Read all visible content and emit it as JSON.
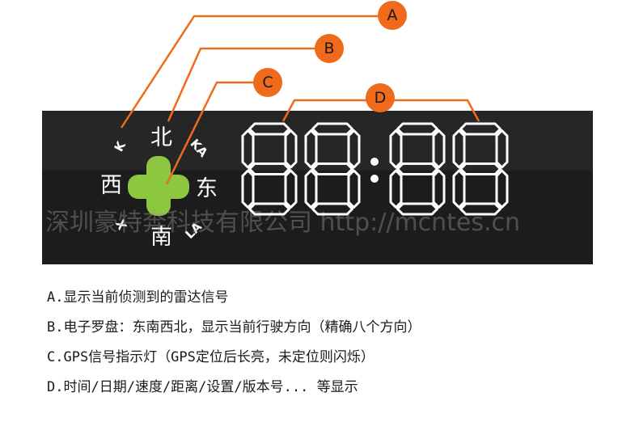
{
  "callouts": {
    "a": "A",
    "b": "B",
    "c": "C",
    "d": "D"
  },
  "compass": {
    "north": "北",
    "south": "南",
    "east": "东",
    "west": "西"
  },
  "radar_bands": {
    "k_top": "K",
    "ka_top": "KA",
    "x_bottom": "X",
    "la_bottom": "LA"
  },
  "display": {
    "digits": "88:88"
  },
  "watermark": "深圳豪特奔科技有限公司 http://mcntes.cn",
  "notes": [
    "A.显示当前侦测到的雷达信号",
    "B.电子罗盘：东南西北，显示当前行驶方向（精确八个方向）",
    "C.GPS信号指示灯（GPS定位后长亮，未定位则闪烁）",
    "D.时间/日期/速度/距离/设置/版本号... 等显示"
  ],
  "colors": {
    "accent": "#f06a1c",
    "gps": "#8dc63f",
    "panel": "#262626",
    "digit": "#ffffff"
  }
}
